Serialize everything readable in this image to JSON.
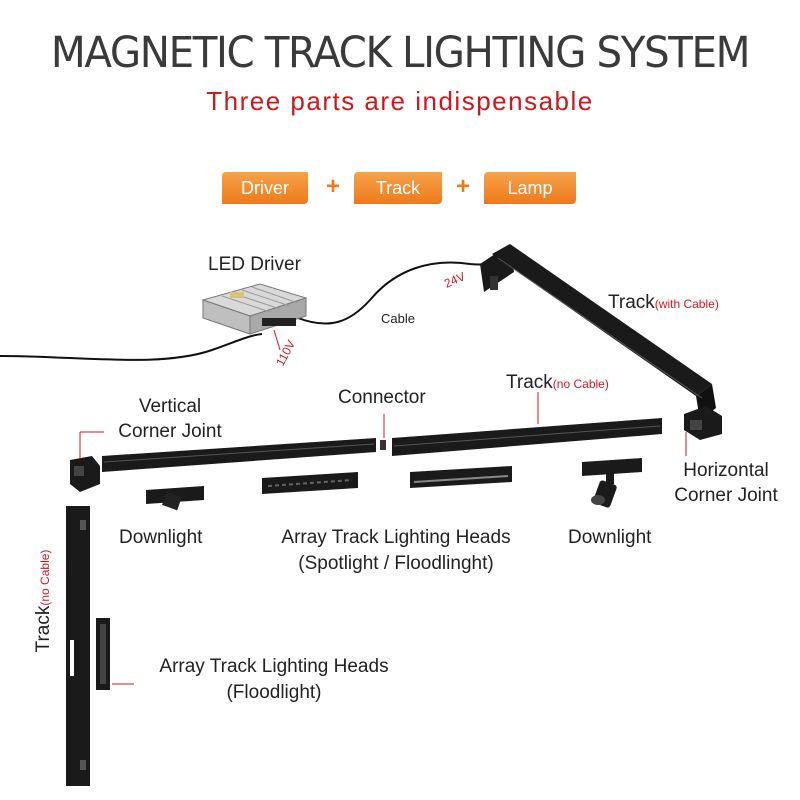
{
  "header": {
    "title": "MAGNETIC TRACK LIGHTING SYSTEM",
    "subtitle": "Three parts are indispensable"
  },
  "parts": [
    "Driver",
    "Track",
    "Lamp"
  ],
  "plus_sign": "+",
  "labels": {
    "led_driver": "LED Driver",
    "cable": "Cable",
    "volt_24": "24V",
    "volt_110": "110V",
    "track_with_cable": "Track",
    "track_with_cable_note": "(with Cable)",
    "track_no_cable": "Track",
    "track_no_cable_note": "(no Cable)",
    "connector": "Connector",
    "vertical_corner_joint_1": "Vertical",
    "vertical_corner_joint_2": "Corner Joint",
    "horizontal_corner_joint_1": "Horizontal",
    "horizontal_corner_joint_2": "Corner Joint",
    "downlight_left": "Downlight",
    "downlight_right": "Downlight",
    "array_spot_1": "Array Track Lighting Heads",
    "array_spot_2": "(Spotlight / Floodlinght)",
    "vertical_track": "Track",
    "vertical_track_note": "(no Cable)",
    "array_flood_1": "Array Track Lighting Heads",
    "array_flood_2": "(Floodlight)"
  },
  "colors": {
    "accent_red": "#d0171c",
    "accent_orange": "#ee7a1c",
    "track_black": "#1a1a1a"
  }
}
